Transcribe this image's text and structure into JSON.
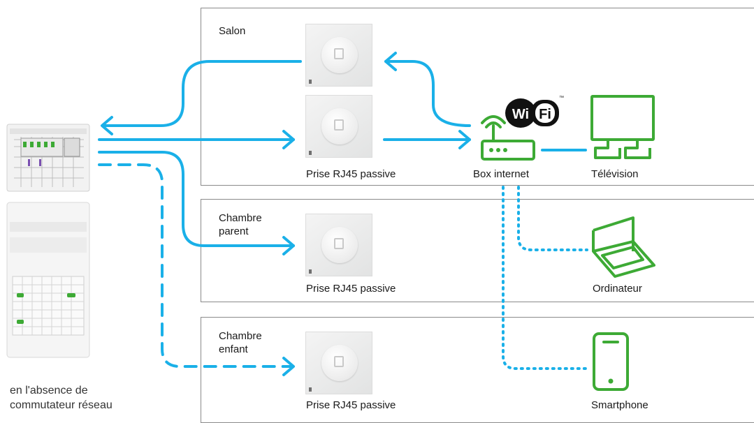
{
  "rooms": {
    "salon": "Salon",
    "chambre_parent": "Chambre\nparent",
    "chambre_enfant": "Chambre\nenfant"
  },
  "labels": {
    "socket_salon": "Prise RJ45 passive",
    "socket_parent": "Prise RJ45 passive",
    "socket_enfant": "Prise RJ45 passive",
    "box": "Box internet",
    "tv": "Télévision",
    "computer": "Ordinateur",
    "phone": "Smartphone"
  },
  "wifi_badge": {
    "left": "Wi",
    "right": "Fi",
    "tm": "™"
  },
  "note": "en l'absence de\ncommutateur réseau",
  "colors": {
    "cable": "#1ab0e8",
    "device": "#3daa35",
    "border": "#8a8a8a"
  }
}
